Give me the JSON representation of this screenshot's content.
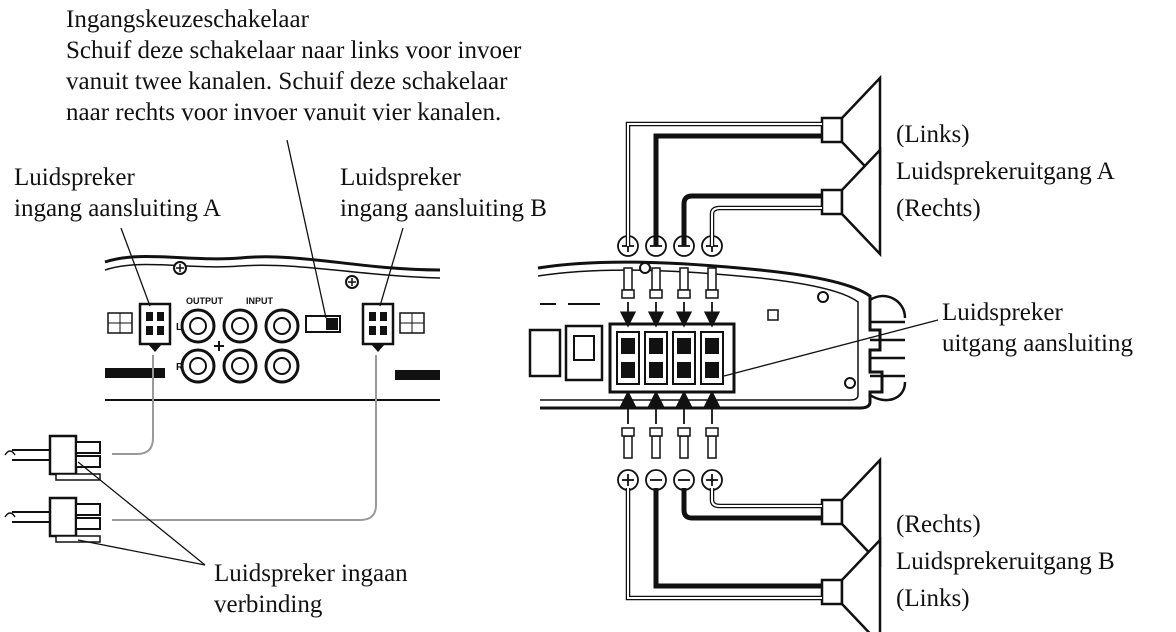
{
  "labels": {
    "switch": {
      "title": "Ingangskeuzeschakelaar",
      "line1": "Schuif deze schakelaar naar links voor invoer",
      "line2": "vanuit twee kanalen. Schuif deze schakelaar",
      "line3": "naar rechts voor invoer vanuit vier kanalen."
    },
    "input_a": {
      "line1": "Luidspreker",
      "line2": "ingang aansluiting A"
    },
    "input_b": {
      "line1": "Luidspreker",
      "line2": "ingang aansluiting B"
    },
    "input_connector": {
      "line1": "Luidspreker ingaan",
      "line2": "verbinding"
    },
    "output_terminal": {
      "line1": "Luidspreker",
      "line2": "uitgang aansluiting"
    },
    "output_a": {
      "top": "(Links)",
      "middle": "Luidsprekeruitgang A",
      "bottom": "(Rechts)"
    },
    "output_b": {
      "top": "(Rechts)",
      "middle": "Luidsprekeruitgang B",
      "bottom": "(Links)"
    }
  },
  "polarity": {
    "top": [
      "+",
      "−",
      "−",
      "+"
    ],
    "bottom": [
      "+",
      "−",
      "−",
      "+"
    ]
  },
  "panel_text": {
    "output": "OUTPUT",
    "input": "INPUT",
    "l": "L",
    "r": "R"
  },
  "colors": {
    "ink": "#111111",
    "panel": "#ffffff",
    "wire_gray": "#9a9a9a"
  }
}
